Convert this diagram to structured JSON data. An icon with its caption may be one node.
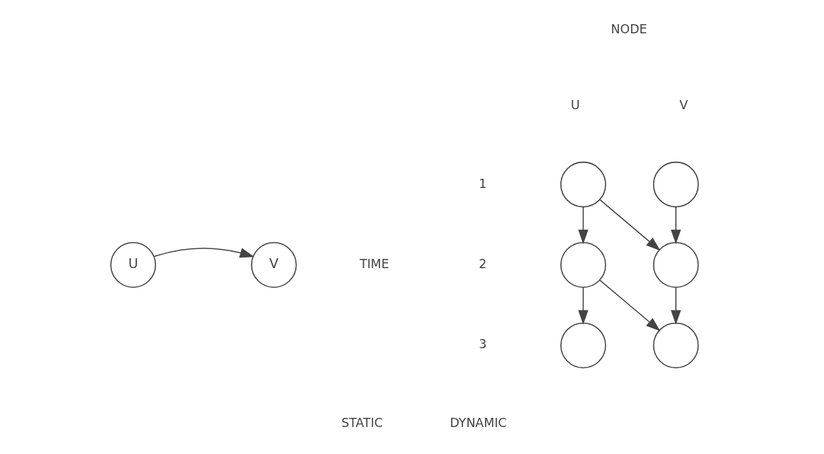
{
  "diagram": {
    "nodes": [
      {
        "text": [
          "U"
        ]
      },
      {
        "text": [
          "V"
        ]
      },
      {
        "text": [],
        "shape": "circle"
      },
      {
        "text": [],
        "shape": "circle"
      },
      {
        "text": [],
        "shape": "circle"
      },
      {
        "text": [],
        "shape": "circle"
      },
      {
        "text": [],
        "shape": "circle"
      },
      {
        "text": [],
        "shape": "circle"
      }
    ],
    "edges": [
      {
        "from": 0,
        "to": 1,
        "arrow": "to"
      },
      {
        "from": 2,
        "to": 4,
        "arrow": "to"
      },
      {
        "from": 2,
        "to": 5,
        "arrow": "to"
      },
      {
        "from": 3,
        "to": 5,
        "arrow": "to"
      },
      {
        "from": 4,
        "to": 6,
        "arrow": "to"
      },
      {
        "from": 4,
        "to": 7,
        "arrow": "to"
      },
      {
        "from": 5,
        "to": 7,
        "arrow": "to"
      }
    ],
    "labels": [
      "NODE",
      "U",
      "V",
      "1",
      "TIME",
      "2",
      "3",
      "STATIC",
      "DYNAMIC"
    ]
  }
}
